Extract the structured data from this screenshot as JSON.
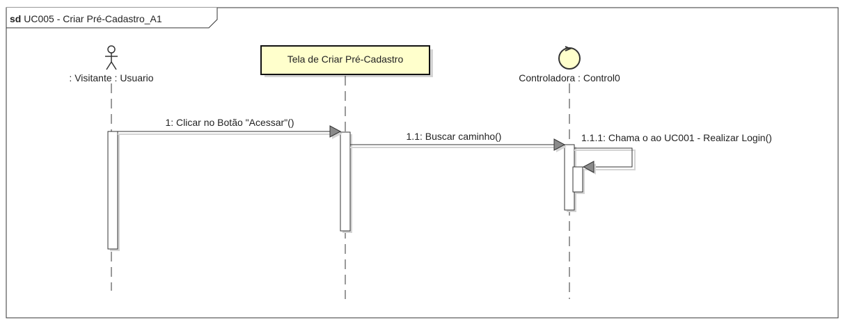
{
  "frame": {
    "keyword": "sd",
    "title": "UC005 - Criar Pré-Cadastro_A1"
  },
  "lifelines": {
    "visitante": {
      "label": ": Visitante : Usuario",
      "kind": "actor-icon"
    },
    "tela": {
      "label": "Tela de Criar Pré-Cadastro",
      "kind": "boundary-box"
    },
    "controladora": {
      "label": "Controladora : Control0",
      "kind": "control-icon"
    }
  },
  "messages": {
    "m1": "1: Clicar no Botão \"Acessar\"()",
    "m2": "1.1: Buscar caminho()",
    "m3": "1.1.1: Chama o ao UC001 - Realizar Login()"
  },
  "colors": {
    "line": "#333333",
    "shadow": "#d4d4d4",
    "box_fill": "#ffffcc",
    "control_fill": "#ffffcc",
    "text": "#222222"
  }
}
